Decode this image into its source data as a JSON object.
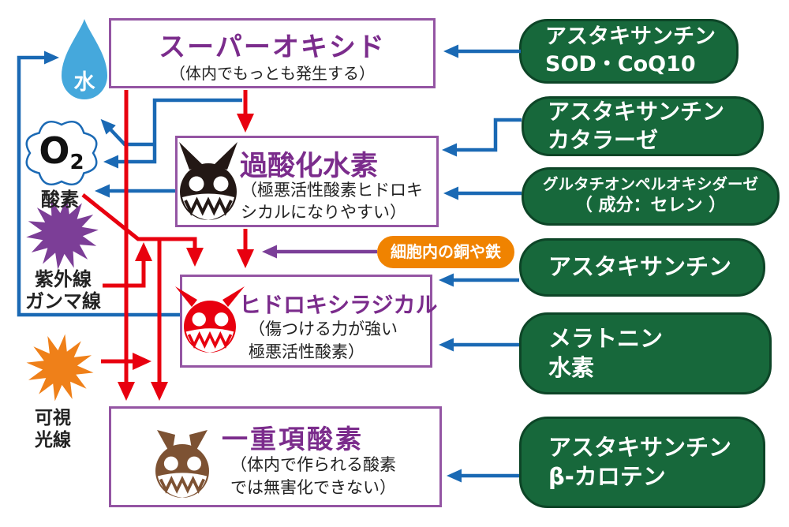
{
  "radicals": {
    "superoxide": {
      "title": "スーパーオキシド",
      "note": "（体内でもっとも発生する）"
    },
    "hydrogen_peroxide": {
      "title": "過酸化水素",
      "note1": "（極悪活性酸素ヒドロキ",
      "note2": "シカルになりやすい）"
    },
    "hydroxyl": {
      "title": "ヒドロキシラジカル",
      "note1": "（傷つける力が強い",
      "note2": "極悪活性酸素）"
    },
    "singlet": {
      "title": "一重項酸素",
      "note1": "（体内で作られる酸素",
      "note2": "では無害化できない）"
    }
  },
  "antioxidants": [
    {
      "line1": "アスタキサンチン",
      "line2": "SOD・CoQ10"
    },
    {
      "line1": "アスタキサンチン",
      "line2": "カタラーゼ"
    },
    {
      "line1": "グルタチオンペルオキシダーゼ",
      "line2": "（ 成分：セレン ）"
    },
    {
      "line1": "アスタキサンチン"
    },
    {
      "line1": "メラトニン",
      "line2": "水素"
    },
    {
      "line1": "アスタキサンチン",
      "line2": "β-カロテン"
    }
  ],
  "sources": {
    "water": "水",
    "o2": "O",
    "o2_sub": "2",
    "oxygen": "酸素",
    "uv1": "紫外線",
    "uv2": "ガンマ線",
    "vis1": "可視",
    "vis2": "光線"
  },
  "catalyst_label": "細胞内の銅や鉄",
  "colors": {
    "green_pill": "#17683b",
    "box_border": "#9455a3",
    "title_purple": "#7b2c8c",
    "arrow_red": "#e8000f",
    "arrow_blue": "#1a69b4",
    "catalyst_orange": "#f08300",
    "uv_purple": "#7c3e97",
    "visible_orange": "#ef8019",
    "water_blue": "#45a8dc",
    "demon_black": "#231815",
    "demon_red": "#e8000f",
    "demon_brown": "#7d5233"
  }
}
